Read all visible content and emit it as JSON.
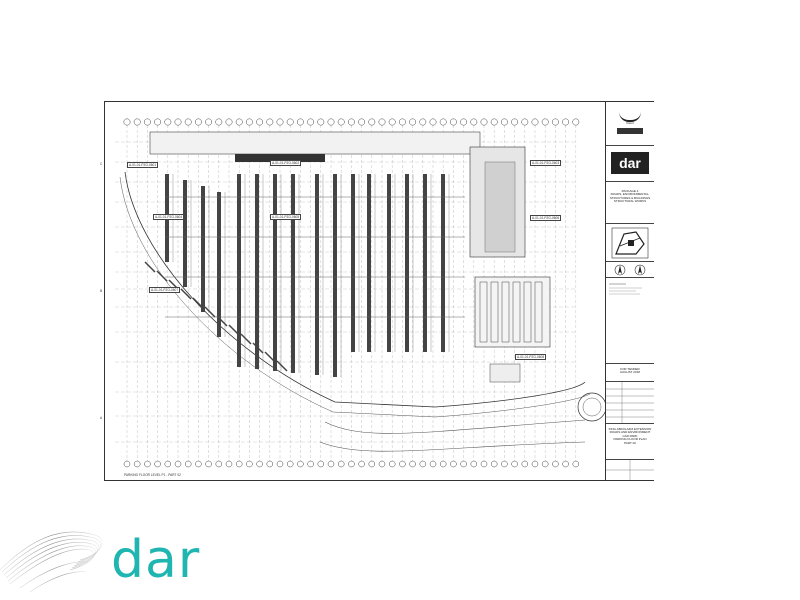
{
  "brand": {
    "name": "dar",
    "color": "#1fb5b0"
  },
  "sheet": {
    "view_title": "PARKING FLOOR LEVEL P1 - PART 02",
    "area_tags": [
      "A-01-01-PZG-0601",
      "A-01-01-PZG-0602",
      "A-01-01-PZG-0603",
      "A-01-01-PZG-0604",
      "A-01-01-PZG-0605",
      "A-01-01-PZG-0606",
      "A-01-01-PZG-0607",
      "A-01-01-PZG-0608"
    ],
    "grid_rows": [
      "C",
      "B",
      "A"
    ]
  },
  "title_block": {
    "client_label": "Client",
    "consultant_logo": "dar",
    "project_lines": [
      "PACKAGE 4",
      "ROADS, ENVIRONMENTAL,",
      "STRUCTURES & BUILDINGS",
      "STRUCTURAL WORKS"
    ],
    "status_lines": [
      "FOR TENDER",
      "AUGUST 2018"
    ],
    "drawing_title_lines": [
      "KING ABDULAZIZ EXTENSION",
      "ROADS AND ENVIRONMENT",
      "CAR PARK",
      "PARKING FLOOR PLAN",
      "PART 02"
    ]
  }
}
